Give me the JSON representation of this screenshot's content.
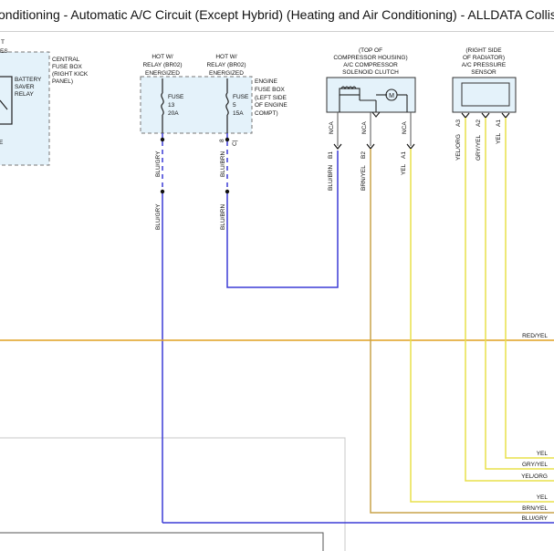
{
  "page": {
    "title": "onditioning - Automatic A/C Circuit (Except Hybrid) (Heating and Air Conditioning) - ALLDATA Collision"
  },
  "left_box": {
    "top_label": [
      "T",
      "ES"
    ],
    "relay_label": [
      "BATTERY",
      "SAVER",
      "RELAY"
    ],
    "edge_letter": "E"
  },
  "central_fuse_box": {
    "label": [
      "CENTRAL",
      "FUSE BOX",
      "(RIGHT KICK",
      "PANEL)"
    ]
  },
  "fuse13": {
    "header": [
      "HOT W/",
      "RELAY (BR02)",
      "ENERGIZED"
    ],
    "label": [
      "FUSE",
      "13",
      "20A"
    ]
  },
  "fuse5": {
    "header": [
      "HOT W/",
      "RELAY (BR02)",
      "ENERGIZED"
    ],
    "label": [
      "FUSE",
      "5",
      "15A"
    ],
    "pin": "8",
    "pin_mark": "C|"
  },
  "engine_fuse_box": {
    "label": [
      "ENGINE",
      "FUSE BOX",
      "(LEFT SIDE",
      "OF ENGINE",
      "COMPT)"
    ]
  },
  "compressor": {
    "header": [
      "(TOP OF",
      "COMPRESSOR HOUSING)",
      "A/C COMPRESSOR",
      "SOLENOID CLUTCH"
    ],
    "motor": "M",
    "nca": [
      "NCA",
      "NCA",
      "NCA"
    ],
    "pins": [
      "B1",
      "B2",
      "A1"
    ],
    "wires": [
      "BLU/BRN",
      "BRN/YEL",
      "YEL"
    ]
  },
  "pressure_sensor": {
    "header": [
      "(RIGHT SIDE",
      "OF RADIATOR)",
      "A/C PRESSURE",
      "SENSOR"
    ],
    "pins": [
      "A3",
      "A2",
      "A1"
    ],
    "wires": [
      "YEL/ORG",
      "GRY/YEL",
      "YEL"
    ]
  },
  "fuse_wires": {
    "left_upper": "BLU/GRY",
    "left_lower": "BLU/GRY",
    "right_upper": "BLU/BRN",
    "right_lower": "BLU/BRN"
  },
  "bus_labels": {
    "red_yel": "RED/YEL",
    "yel_1": "YEL",
    "gry_yel": "GRY/YEL",
    "yel_org": "YEL/ORG",
    "yel_2": "YEL",
    "brn_yel": "BRN/YEL",
    "blu_gry": "BLU/GRY"
  },
  "colors": {
    "blue_wire": "#3b3bd6",
    "yellow_wire": "#e8e04a",
    "orange_wire": "#e0a020",
    "brown_wire": "#c9a34a",
    "box_fill": "#e4f2fa"
  }
}
